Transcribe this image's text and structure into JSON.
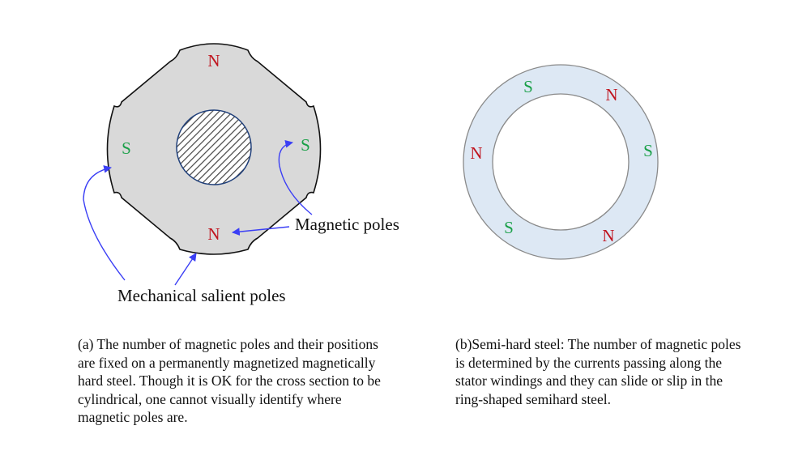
{
  "colors": {
    "north_pole": "#c0141e",
    "south_pole": "#1aa048",
    "rotor_fill": "#d9d9d9",
    "ring_fill": "#dde8f4",
    "arrow": "#3b3ff5"
  },
  "diagram_a": {
    "poles": {
      "top": "N",
      "left": "S",
      "right": "S",
      "bottom": "N"
    },
    "callout_magnetic": "Magnetic poles",
    "callout_mechanical": "Mechanical salient poles",
    "caption": "(a) The number of magnetic poles and their positions are fixed on a permanently magnetized magnetically hard steel. Though it is OK for the cross section to be cylindrical, one cannot visually identify where magnetic poles are."
  },
  "diagram_b": {
    "poles": {
      "top_left": "S",
      "top_right": "N",
      "left": "N",
      "right": "S",
      "bottom_left": "S",
      "bottom_right": "N"
    },
    "caption": "(b)Semi-hard steel: The number of magnetic poles is determined by the currents passing along the stator windings and they can slide or slip in the ring-shaped semihard steel."
  }
}
